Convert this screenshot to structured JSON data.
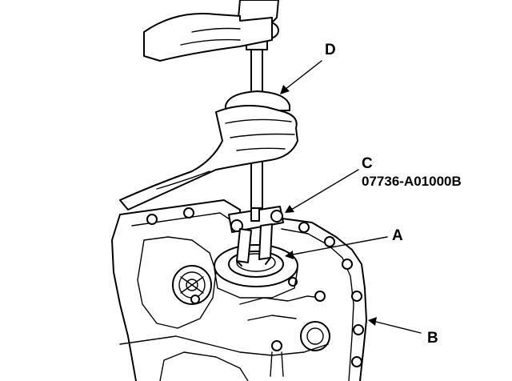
{
  "callouts": {
    "a": "A",
    "b": "B",
    "c": "C",
    "d": "D",
    "tool_number": "07736-A01000B"
  }
}
